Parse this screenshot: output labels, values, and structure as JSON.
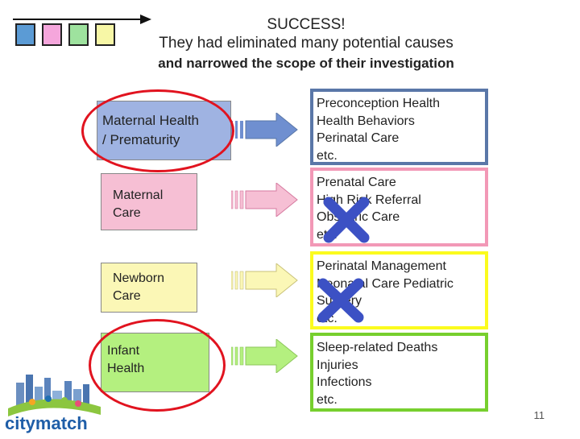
{
  "title": {
    "line1": "SUCCESS!",
    "line2": "They had eliminated many potential causes",
    "line3": "and narrowed  the scope of their investigation"
  },
  "progress_squares": [
    {
      "color": "#5b9bd5"
    },
    {
      "color": "#f5a6dc"
    },
    {
      "color": "#9ee29e"
    },
    {
      "color": "#f7f7a6"
    }
  ],
  "rows": [
    {
      "category": "Maternal Health / Prematurity",
      "category_lines": [
        "Maternal Health",
        "/ Prematurity"
      ],
      "details": [
        "Preconception Health",
        "Health Behaviors",
        "Perinatal Care",
        "etc."
      ],
      "circled": true,
      "eliminated": false,
      "color": "#9fb3e2",
      "border": "#5a77a8"
    },
    {
      "category_lines": [
        "Maternal",
        "Care"
      ],
      "details": [
        "Prenatal Care",
        "High Risk Referral",
        "Obstetric Care",
        "etc."
      ],
      "circled": false,
      "eliminated": true,
      "color": "#f6bfd4",
      "border": "#f298b6"
    },
    {
      "category_lines": [
        "Newborn",
        "Care"
      ],
      "details": [
        "Perinatal Management",
        "Neonatal Care Pediatric",
        "Surgery",
        "etc."
      ],
      "circled": false,
      "eliminated": true,
      "color": "#fbf7b6",
      "border": "#fbfb1e"
    },
    {
      "category_lines": [
        "Infant",
        "Health"
      ],
      "details": [
        "Sleep-related Deaths",
        "Injuries",
        "Infections",
        "etc."
      ],
      "circled": true,
      "eliminated": false,
      "color": "#b4f07f",
      "border": "#77cf2e"
    }
  ],
  "logo": {
    "text": "citymatch"
  },
  "slide_number": "11",
  "colors": {
    "highlight_circle": "#e1131f",
    "x_mark": "#3c51c4"
  }
}
